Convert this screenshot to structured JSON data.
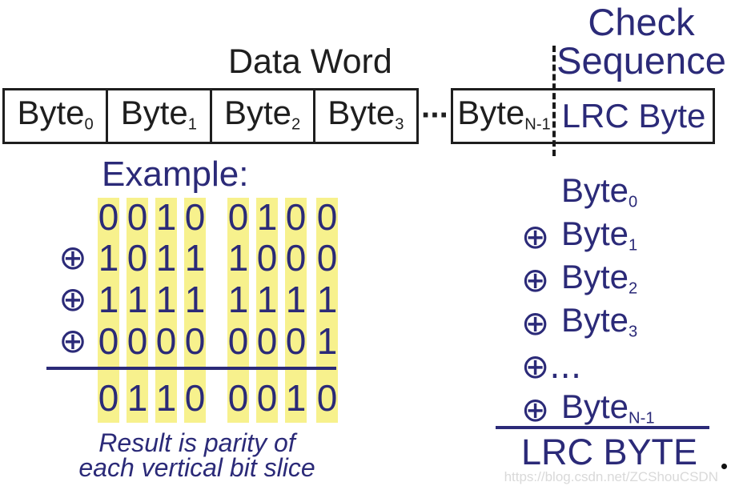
{
  "colors": {
    "navy": "#2b2a78",
    "highlight_yellow": "#f7f18d",
    "text_black": "#1e1e1e",
    "watermark_gray": "#d9d9d9"
  },
  "header": {
    "data_word_title": "Data Word",
    "check_title_line1": "Check",
    "check_title_line2": "Sequence",
    "ellipsis": "···"
  },
  "byte_row": {
    "cells": [
      {
        "base": "Byte",
        "sub": "0"
      },
      {
        "base": "Byte",
        "sub": "1"
      },
      {
        "base": "Byte",
        "sub": "2"
      },
      {
        "base": "Byte",
        "sub": "3"
      }
    ],
    "last_cell": {
      "base": "Byte",
      "sub": "N-1"
    },
    "lrc_label": "LRC Byte"
  },
  "example": {
    "title": "Example:",
    "xor_symbol": "⊕",
    "rows": [
      {
        "op": "",
        "bits": "00100100"
      },
      {
        "op": "⊕",
        "bits": "10111000"
      },
      {
        "op": "⊕",
        "bits": "11111111"
      },
      {
        "op": "⊕",
        "bits": "00000001"
      }
    ],
    "result_bits": "01100010",
    "caption_line1": "Result is parity of",
    "caption_line2": "each vertical bit slice"
  },
  "equation": {
    "terms": [
      {
        "op": "",
        "base": "Byte",
        "sub": "0"
      },
      {
        "op": "⊕",
        "base": "Byte",
        "sub": "1"
      },
      {
        "op": "⊕",
        "base": "Byte",
        "sub": "2"
      },
      {
        "op": "⊕",
        "base": "Byte",
        "sub": "3"
      },
      {
        "op": "⊕...",
        "base": "",
        "sub": ""
      },
      {
        "op": "⊕",
        "base": "Byte",
        "sub": "N-1"
      }
    ],
    "result_label": "LRC BYTE"
  },
  "watermark": "https://blog.csdn.net/ZCShouCSDN"
}
